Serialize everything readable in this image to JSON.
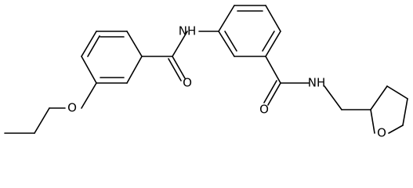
{
  "structure": {
    "labels": {
      "amide_nh_left": "NH",
      "amide_o_left": "O",
      "ether_o": "O",
      "amide_o_right": "O",
      "amide_nh_right": "NH",
      "ring_o": "O"
    }
  }
}
